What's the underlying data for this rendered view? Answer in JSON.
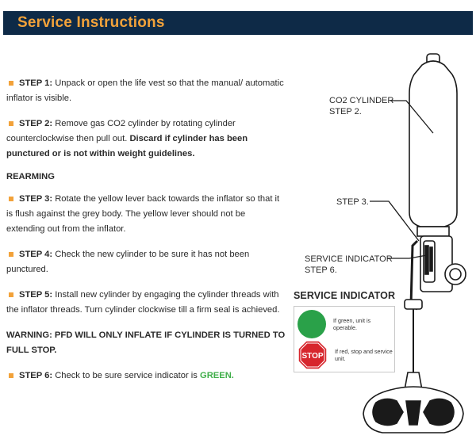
{
  "header": {
    "title": "Service Instructions"
  },
  "steps": [
    {
      "label": "STEP 1:",
      "text": "Unpack or open the life vest so that the manual/ automatic inflator is visible."
    },
    {
      "label": "STEP 2:",
      "text": "Remove gas CO2 cylinder by rotating cylinder counterclockwise then pull out.",
      "bold_text": "Discard if cylinder has been punctured or is not within weight guidelines."
    },
    {
      "label": "STEP 3:",
      "text": "Rotate the yellow lever back towards the inflator so that it is flush against the grey body. The yellow lever should not be extending out from the inflator."
    },
    {
      "label": "STEP 4:",
      "text": "Check the new cylinder to be sure it has not been punctured."
    },
    {
      "label": "STEP 5:",
      "text": "Install new cylinder by engaging the cylinder threads with the inflator threads. Turn cylinder clockwise till a firm seal is achieved."
    },
    {
      "label": "STEP 6:",
      "text": "Check to be sure service indicator is",
      "highlight": "GREEN."
    }
  ],
  "rearming_heading": "REARMING",
  "warning": "WARNING: PFD WILL ONLY INFLATE IF CYLINDER IS TURNED TO FULL STOP.",
  "diagram": {
    "callouts": {
      "co2": [
        "CO2 CYLINDER",
        "STEP 2."
      ],
      "step3": "STEP 3.",
      "indicator": [
        "SERVICE INDICATOR",
        "STEP 6."
      ]
    }
  },
  "legend": {
    "title": "SERVICE INDICATOR",
    "green_text": "If green, unit is operable.",
    "stop_label": "STOP",
    "red_text": "If red, stop and service unit."
  },
  "colors": {
    "accent": "#f2a23a",
    "header_bg": "#0e2a47",
    "green": "#2aa149",
    "stop_red": "#d7262d"
  }
}
